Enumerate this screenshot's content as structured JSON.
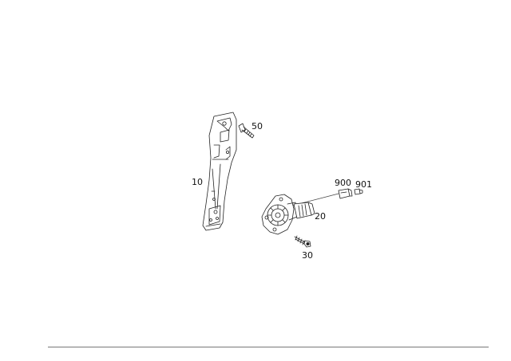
{
  "diagram": {
    "callouts": {
      "frame": "10",
      "motor": "20",
      "screw": "30",
      "bolt": "50",
      "connector": "900",
      "plug": "901"
    }
  }
}
